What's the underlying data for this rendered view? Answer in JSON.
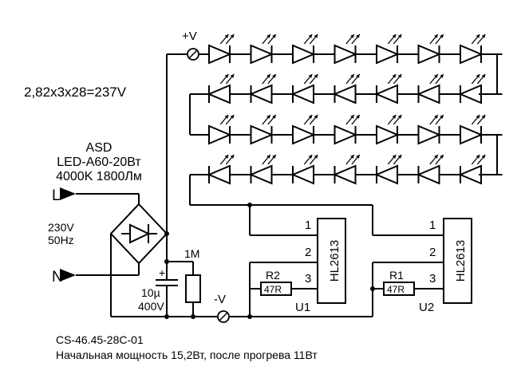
{
  "labels": {
    "plus_v": "+V",
    "minus_v": "-V",
    "voltage_calc": "2,82x3x28=237V",
    "lamp_brand": "ASD",
    "lamp_model": "LED-A60-20Вт",
    "lamp_spec": "4000K 1800Лм",
    "line_l": "L",
    "line_n": "N",
    "mains_voltage": "230V",
    "mains_freq": "50Hz",
    "resistor_1m": "1M",
    "cap_value": "10µ",
    "cap_voltage": "400V",
    "board_code": "CS-46.45-28C-01",
    "power_note": "Начальная мощность 15,2Вт, после прогрева 11Вт"
  },
  "ic1": {
    "part": "HL2613",
    "ref": "U1",
    "pin1": "1",
    "pin2": "2",
    "pin3": "3",
    "res_ref": "R2",
    "res_value": "47R"
  },
  "ic2": {
    "part": "HL2613",
    "ref": "U2",
    "pin1": "1",
    "pin2": "2",
    "pin3": "3",
    "res_ref": "R1",
    "res_value": "47R"
  },
  "led_array": {
    "rows": 4,
    "per_row": 7
  },
  "colors": {
    "ink": "#000000",
    "background": "#ffffff"
  }
}
